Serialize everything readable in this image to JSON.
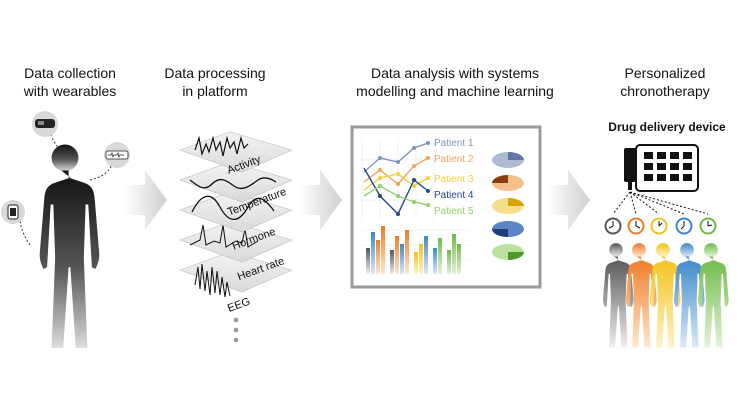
{
  "stages": [
    {
      "title": "Data collection\nwith wearables"
    },
    {
      "title": "Data processing\nin platform"
    },
    {
      "title": "Data analysis with systems\nmodelling and machine learning"
    },
    {
      "title": "Personalized\nchronotherapy"
    }
  ],
  "processing_layers": [
    "Activity",
    "Temperature",
    "Hormone",
    "Heart rate",
    "EEG"
  ],
  "patients": [
    {
      "label": "Patient 1",
      "color": "#7f95b8"
    },
    {
      "label": "Patient 2",
      "color": "#f0a35a"
    },
    {
      "label": "Patient 3",
      "color": "#f2cf3f"
    },
    {
      "label": "Patient 4",
      "color": "#23488f"
    },
    {
      "label": "Patient 5",
      "color": "#8fcf6a"
    }
  ],
  "device": {
    "label": "Drug delivery device"
  },
  "colors": {
    "human_dark": "#222222",
    "arrow": "#d6d6d6"
  }
}
